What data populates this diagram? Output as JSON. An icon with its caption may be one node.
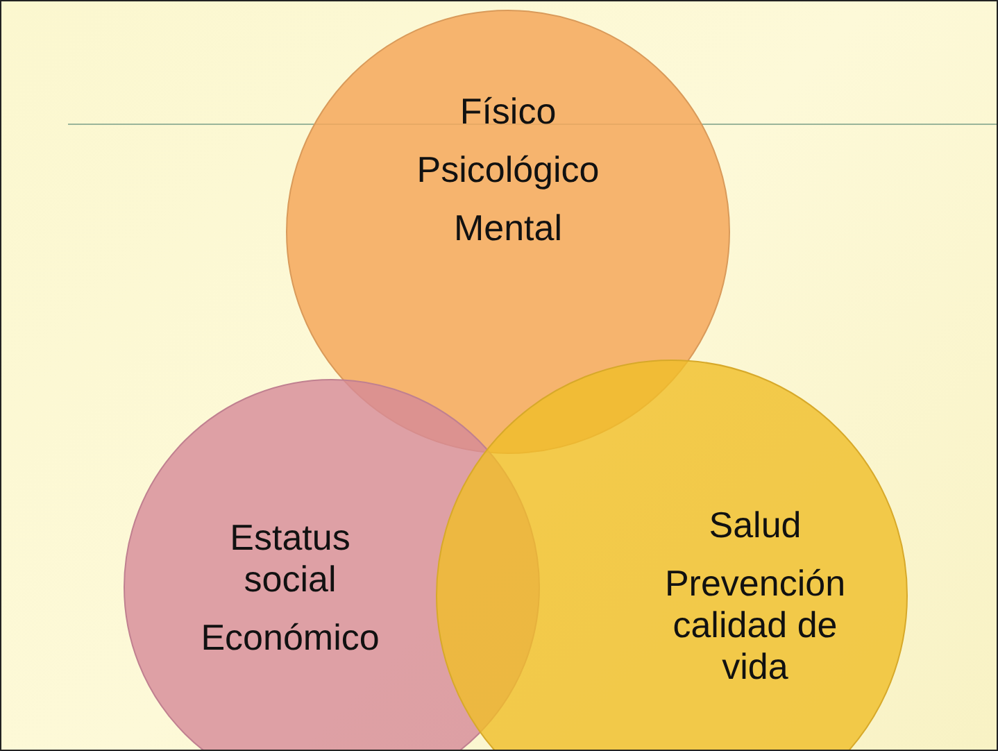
{
  "diagram": {
    "nodes": [
      {
        "text": [
          "Físico",
          "Psicológico",
          "Mental"
        ]
      },
      {
        "text": [
          "Estatus social",
          "Económico"
        ]
      },
      {
        "text": [
          "Salud",
          "Prevención calidad de vida"
        ]
      }
    ]
  }
}
